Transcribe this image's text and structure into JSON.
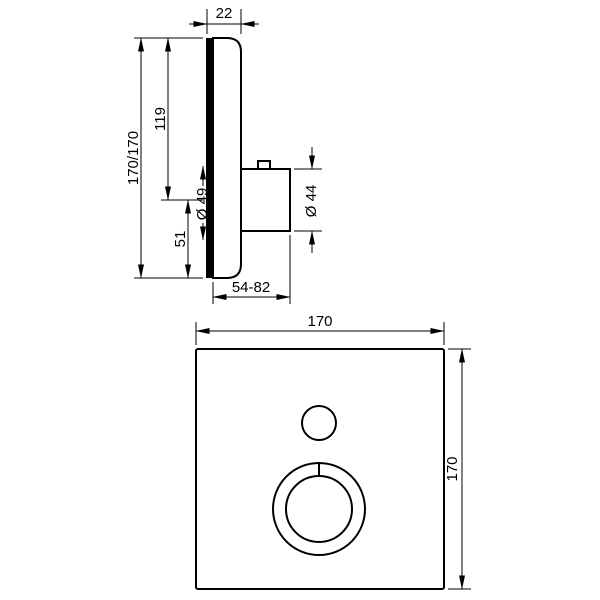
{
  "ink": "#000000",
  "paper": "#ffffff",
  "side_view": {
    "plate_depth": "22",
    "top_to_axis": "119",
    "overall": "170/170",
    "axis_to_bottom": "51",
    "sleeve_diameter": "Ø 49",
    "cartridge_diameter": "Ø 44",
    "installation_depth": "54-82"
  },
  "front_view": {
    "width": "170",
    "height": "170"
  }
}
